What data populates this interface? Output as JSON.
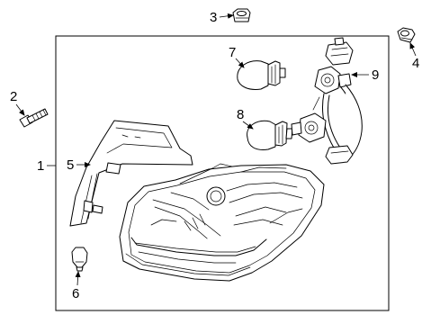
{
  "callouts": {
    "c1": "1",
    "c2": "2",
    "c3": "3",
    "c4": "4",
    "c5": "5",
    "c6": "6",
    "c7": "7",
    "c8": "8",
    "c9": "9"
  },
  "icons": {
    "arrowhead": "arrowhead-icon"
  }
}
